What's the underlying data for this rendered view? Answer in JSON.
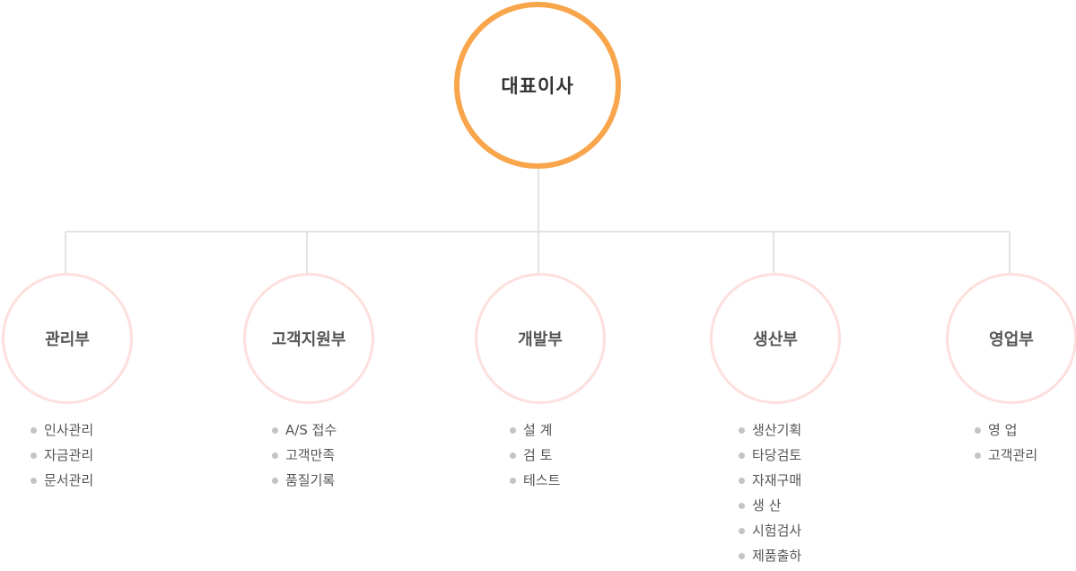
{
  "ceo": {
    "label": "대표이사"
  },
  "departments": [
    {
      "name": "관리부",
      "items": [
        "인사관리",
        "자금관리",
        "문서관리"
      ]
    },
    {
      "name": "고객지원부",
      "items": [
        "A/S 접수",
        "고객만족",
        "품질기록"
      ]
    },
    {
      "name": "개발부",
      "items": [
        "설 계",
        "검 토",
        "테스트"
      ]
    },
    {
      "name": "생산부",
      "items": [
        "생산기획",
        "타당검토",
        "자재구매",
        "생 산",
        "시험검사",
        "제품출하"
      ]
    },
    {
      "name": "영업부",
      "items": [
        "영 업",
        "고객관리"
      ]
    }
  ],
  "colors": {
    "ceo_border": "#f9a54c",
    "dept_border": "#fde0dd",
    "connector": "#e3e3e3",
    "bullet": "#c4c4c4",
    "text": "#555555"
  }
}
